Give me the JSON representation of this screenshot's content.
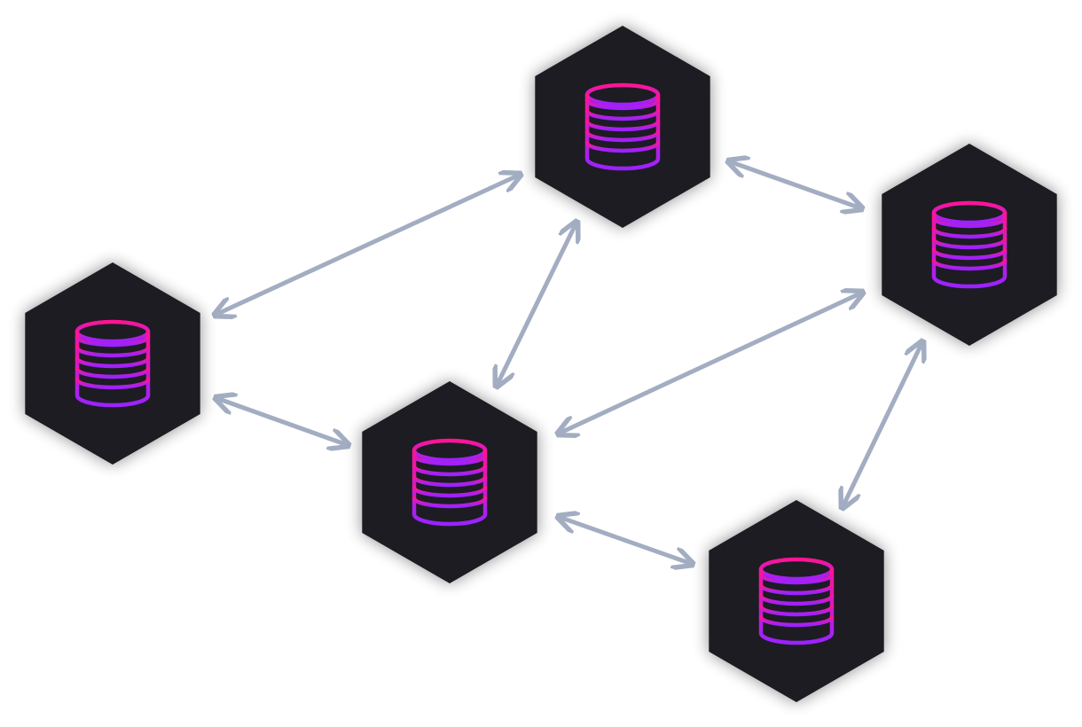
{
  "diagram": {
    "background": "#ffffff",
    "node_fill": "#1a1d22",
    "arrow_color": "#a3adc2",
    "icon_gradient": [
      "#ff1493",
      "#9b22ff"
    ],
    "nodes": [
      {
        "id": "top",
        "icon": "database-icon"
      },
      {
        "id": "right",
        "icon": "database-icon"
      },
      {
        "id": "left",
        "icon": "database-icon"
      },
      {
        "id": "center",
        "icon": "database-icon"
      },
      {
        "id": "bottom",
        "icon": "database-icon"
      }
    ],
    "edges": [
      {
        "from": "left",
        "to": "top",
        "bidirectional": true
      },
      {
        "from": "top",
        "to": "right",
        "bidirectional": true
      },
      {
        "from": "top",
        "to": "center",
        "bidirectional": true
      },
      {
        "from": "left",
        "to": "center",
        "bidirectional": true
      },
      {
        "from": "center",
        "to": "right",
        "bidirectional": true
      },
      {
        "from": "center",
        "to": "bottom",
        "bidirectional": true
      },
      {
        "from": "right",
        "to": "bottom",
        "bidirectional": true
      }
    ]
  }
}
